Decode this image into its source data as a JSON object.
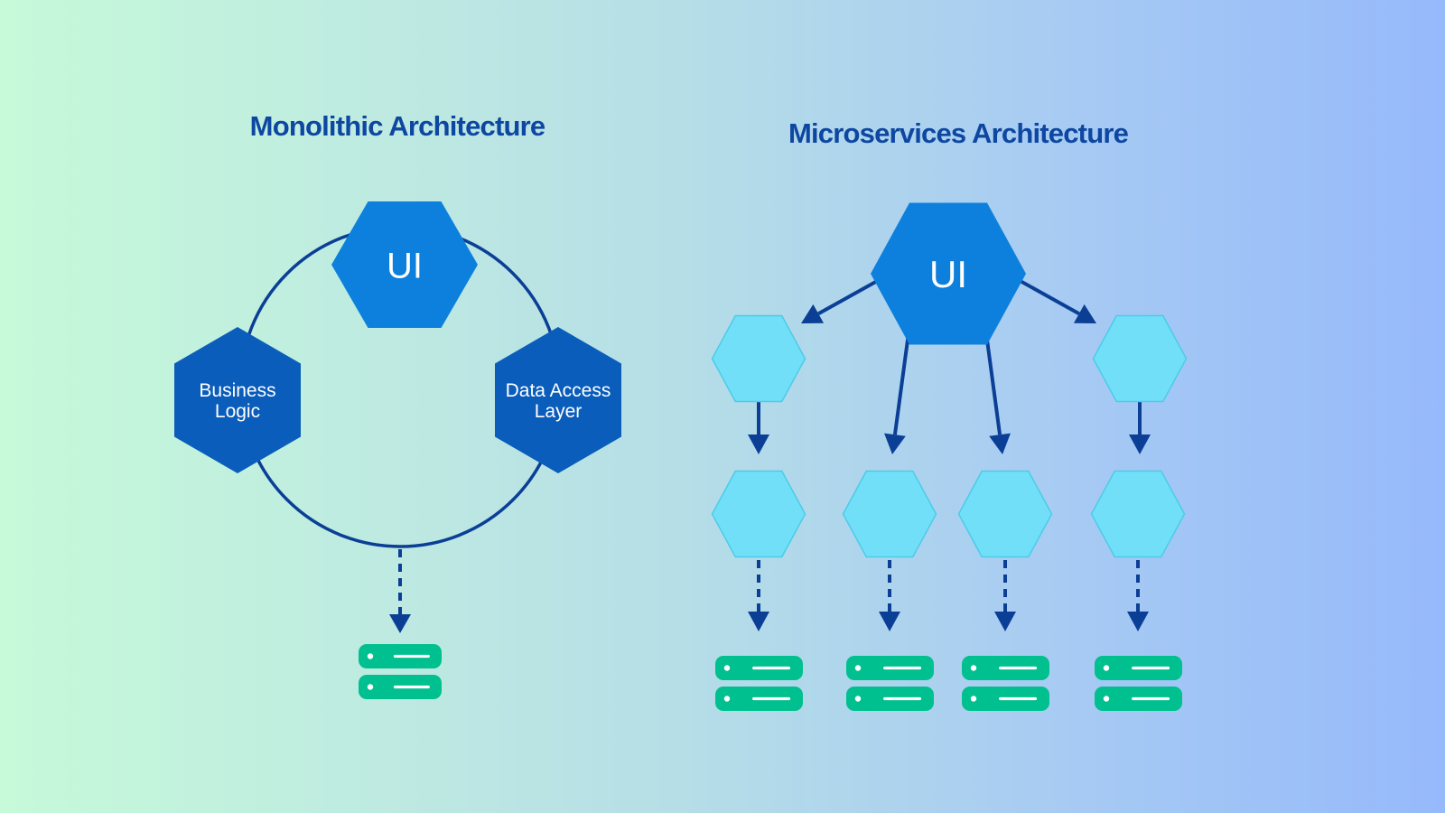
{
  "monolithic": {
    "title": "Monolithic Architecture",
    "nodes": [
      {
        "id": "ui",
        "lines": [
          "UI"
        ]
      },
      {
        "id": "business-logic",
        "lines": [
          "Business",
          "Logic"
        ]
      },
      {
        "id": "data-access-layer",
        "lines": [
          "Data Access",
          "Layer"
        ]
      }
    ],
    "databases": 1
  },
  "microservices": {
    "title": "Microservices Architecture",
    "ui_label": "UI",
    "service_columns": 4,
    "databases": 4
  },
  "colors": {
    "title": "#0d47a1",
    "ui_hex": "#0d80dd",
    "layer_hex": "#0a5dba",
    "service_hex": "#72dff8",
    "service_hex_border": "#4ccbe8",
    "connector": "#0b3f96",
    "database": "#00c08f"
  }
}
